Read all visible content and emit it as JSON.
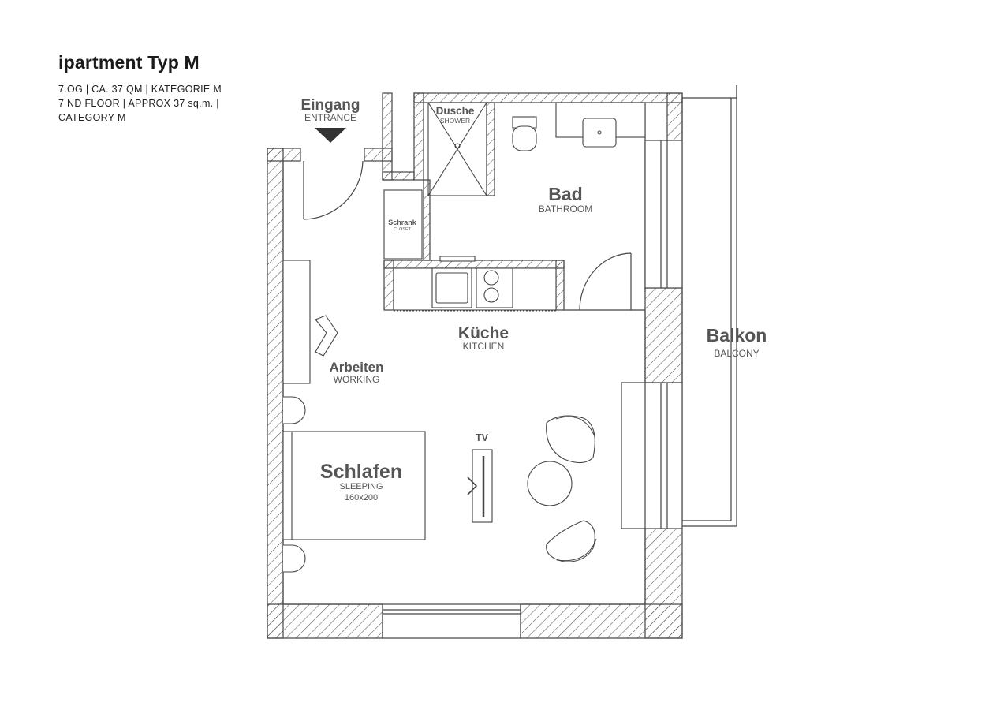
{
  "header": {
    "title": "ipartment Typ M",
    "line1": "7.OG | CA. 37 QM | KATEGORIE M",
    "line2": "7 ND FLOOR | APPROX 37 sq.m. |",
    "line3": "CATEGORY M"
  },
  "rooms": {
    "entrance": {
      "name": "Eingang",
      "name_en": "ENTRANCE"
    },
    "shower": {
      "name": "Dusche",
      "name_en": "SHOWER"
    },
    "bathroom": {
      "name": "Bad",
      "name_en": "BATHROOM"
    },
    "closet": {
      "name": "Schrank",
      "name_en": "CLOSET"
    },
    "kitchen": {
      "name": "Küche",
      "name_en": "KITCHEN"
    },
    "working": {
      "name": "Arbeiten",
      "name_en": "WORKING"
    },
    "sleeping": {
      "name": "Schlafen",
      "name_en": "SLEEPING",
      "size": "160x200"
    },
    "tv": {
      "name": "TV"
    },
    "balcony": {
      "name": "Balkon",
      "name_en": "BALCONY"
    }
  },
  "colors": {
    "line": "#444444",
    "label": "#555555",
    "hatch": "#555555",
    "arrow": "#333333"
  }
}
